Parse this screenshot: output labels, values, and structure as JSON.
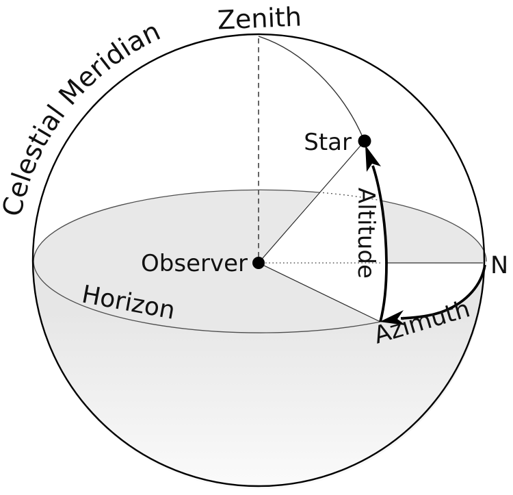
{
  "figure": {
    "description": "Celestial sphere schematic of the horizontal coordinate system showing altitude and azimuth of a star relative to an observer",
    "labels": {
      "zenith": "Zenith",
      "celestial_meridian": "Celestial Meridian",
      "star": "Star",
      "observer": "Observer",
      "horizon": "Horizon",
      "north": "N",
      "altitude": "Altitude",
      "azimuth": "Azimuth"
    },
    "colors": {
      "sphere_stroke": "#000000",
      "horizon_disk_fill": "#e8e8e8",
      "below_horizon_top": "#e6e6e6",
      "below_horizon_bottom": "#fbfbfb",
      "highlight_sector_fill": "#ffffff",
      "thin_line": "#333333",
      "text": "#111111"
    }
  }
}
